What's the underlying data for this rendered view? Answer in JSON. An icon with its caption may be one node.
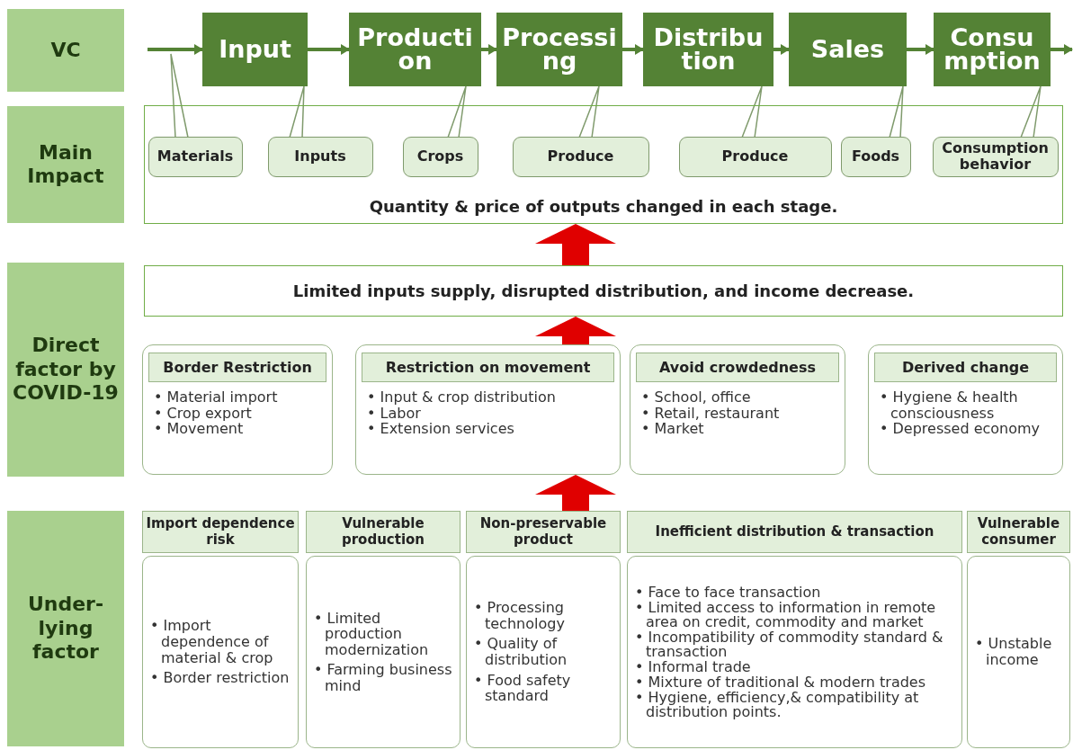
{
  "diagram": {
    "nodes": [
      {
        "text": [
          "VC"
        ]
      },
      {
        "text": [
          "Input"
        ]
      },
      {
        "text": [
          "Production"
        ]
      },
      {
        "text": [
          "Processing"
        ]
      },
      {
        "text": [
          "Distribution"
        ]
      },
      {
        "text": [
          "Sales"
        ]
      },
      {
        "text": [
          "Consumption"
        ]
      },
      {
        "text": [
          "Main Impact"
        ]
      },
      {
        "text": [
          "Quantity & price of outputs changed in each stage."
        ]
      },
      {
        "text": [
          "Materials"
        ],
        "in": 8
      },
      {
        "text": [
          "Inputs"
        ],
        "in": 8
      },
      {
        "text": [
          "Crops"
        ],
        "in": 8
      },
      {
        "text": [
          "Produce"
        ],
        "in": 8
      },
      {
        "text": [
          "Produce"
        ],
        "in": 8
      },
      {
        "text": [
          "Foods"
        ],
        "in": 8
      },
      {
        "text": [
          "Consumption behavior"
        ],
        "in": 8
      },
      {
        "text": [
          "Direct factor by COVID-19"
        ]
      },
      {
        "text": [
          "Limited inputs supply, disrupted distribution, and income decrease."
        ]
      },
      {
        "text": [
          "Border Restriction",
          "• Material import",
          "• Crop export",
          "• Movement"
        ]
      },
      {
        "text": [
          "Restriction on movement",
          "• Input & crop distribution",
          "• Labor",
          "• Extension services"
        ]
      },
      {
        "text": [
          "Avoid crowdedness",
          "• School, office",
          "• Retail, restaurant",
          "• Market"
        ]
      },
      {
        "text": [
          "Derived change",
          "• Hygiene & health consciousness",
          "• Depressed economy"
        ]
      },
      {
        "text": [
          "Under-lying factor"
        ]
      },
      {
        "text": [
          "Import dependence risk"
        ]
      },
      {
        "text": [
          "Vulnerable production"
        ]
      },
      {
        "text": [
          "Non-preservable product"
        ]
      },
      {
        "text": [
          "Inefficient distribution & transaction"
        ]
      },
      {
        "text": [
          "Vulnerable consumer"
        ]
      },
      {
        "text": [
          "• Import dependence of material & crop",
          "• Border restriction"
        ]
      },
      {
        "text": [
          "• Limited production modernization",
          "• Farming business mind"
        ]
      },
      {
        "text": [
          "• Processing technology",
          "• Quality of distribution",
          "• Food safety standard"
        ]
      },
      {
        "text": [
          "• Face to face transaction",
          "• Limited access to information in remote area on credit, commodity and market",
          "• Incompatibility of commodity standard & transaction",
          "• Informal trade",
          "• Mixture of traditional & modern trades",
          "• Hygiene, efficiency,& compatibility at distribution points."
        ]
      },
      {
        "text": [
          "• Unstable income"
        ]
      }
    ],
    "edges": [
      {
        "from": null,
        "to": 1,
        "arrow": "to",
        "color": "#548235"
      },
      {
        "from": 1,
        "to": 2,
        "arrow": "to",
        "color": "#548235"
      },
      {
        "from": 2,
        "to": 3,
        "arrow": "to",
        "color": "#548235"
      },
      {
        "from": 3,
        "to": 4,
        "arrow": "to",
        "color": "#548235"
      },
      {
        "from": 4,
        "to": 5,
        "arrow": "to",
        "color": "#548235"
      },
      {
        "from": 5,
        "to": 6,
        "arrow": "to",
        "color": "#548235"
      },
      {
        "from": 6,
        "to": null,
        "arrow": "to",
        "color": "#548235"
      },
      {
        "from": 9,
        "to": null,
        "arrow": "none",
        "color": "#7f9a6c"
      },
      {
        "from": 10,
        "to": 1,
        "arrow": "none",
        "color": "#7f9a6c"
      },
      {
        "from": 11,
        "to": 2,
        "arrow": "none",
        "color": "#7f9a6c"
      },
      {
        "from": 12,
        "to": 3,
        "arrow": "none",
        "color": "#7f9a6c"
      },
      {
        "from": 13,
        "to": 4,
        "arrow": "none",
        "color": "#7f9a6c"
      },
      {
        "from": 14,
        "to": 5,
        "arrow": "none",
        "color": "#7f9a6c"
      },
      {
        "from": 15,
        "to": 6,
        "arrow": "none",
        "color": "#7f9a6c"
      },
      {
        "from": 17,
        "to": 8,
        "arrow": "to",
        "style": "thick",
        "color": "#e00000"
      },
      {
        "from": 19,
        "to": 17,
        "arrow": "to",
        "style": "thick",
        "color": "#e00000"
      },
      {
        "from": 25,
        "to": 19,
        "arrow": "to",
        "style": "thick",
        "color": "#e00000"
      }
    ]
  }
}
